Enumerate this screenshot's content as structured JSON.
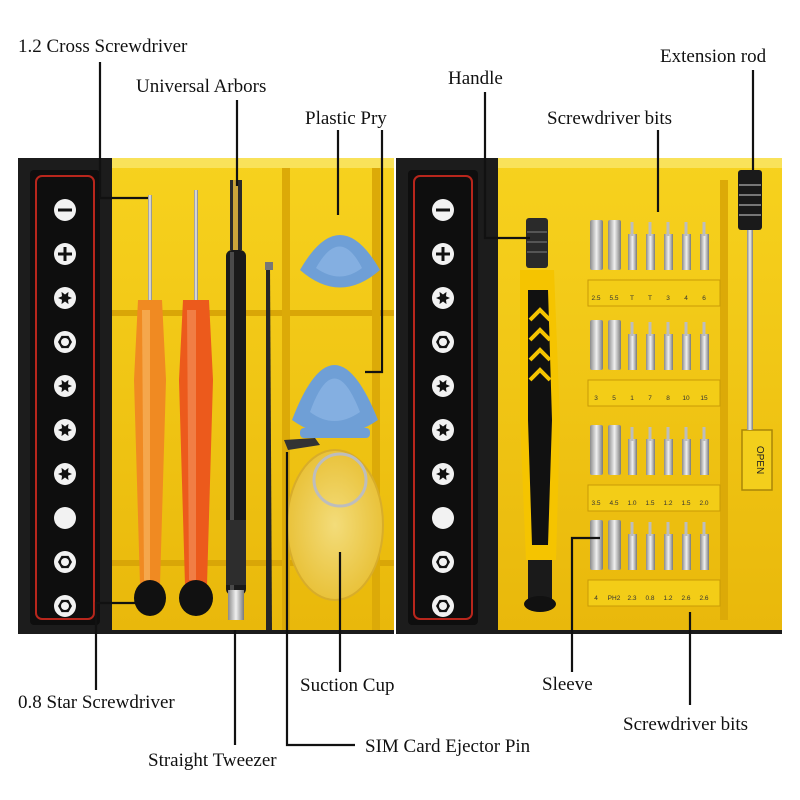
{
  "labels": {
    "cross_screwdriver": "1.2 Cross Screwdriver",
    "universal_arbors": "Universal Arbors",
    "plastic_pry": "Plastic Pry",
    "handle": "Handle",
    "extension_rod": "Extension rod",
    "bits_top": "Screwdriver bits",
    "star_screwdriver": "0.8 Star Screwdriver",
    "suction_cup": "Suction Cup",
    "sleeve": "Sleeve",
    "bits_bottom": "Screwdriver bits",
    "tweezer": "Straight Tweezer",
    "sim_pin": "SIM Card Ejector Pin"
  },
  "bit_rows": [
    [
      "2.5",
      "5.5",
      "T",
      "T",
      "3",
      "4",
      "6"
    ],
    [
      "3",
      "5",
      "1",
      "7",
      "8",
      "10",
      "15"
    ],
    [
      "3.5",
      "4.5",
      "1.0",
      "1.5",
      "1.2",
      "1.5",
      "2.0"
    ],
    [
      "4",
      "PH2",
      "2.3",
      "0.8",
      "1.2",
      "2.6",
      "2.6"
    ]
  ],
  "lid_text": "OPEN",
  "colors": {
    "case_yellow": "#f4c915",
    "case_dark": "#1a1a1a",
    "strip_red": "#b8261c",
    "pry_blue": "#6f9fd6",
    "handle_orange": "#f07a1a",
    "handle_yellow": "#f5c400"
  },
  "icons": [
    "flat-icon",
    "cross-icon",
    "star-icon",
    "hex-icon",
    "torx-icon",
    "circle-icon"
  ]
}
